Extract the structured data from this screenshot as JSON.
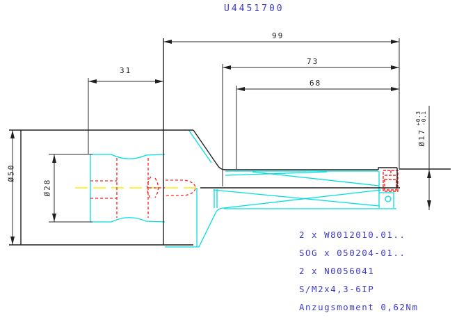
{
  "title": "U4451700",
  "colors": {
    "accent_blue": "#3b3bc8",
    "overlay_cyan": "#00e0e0",
    "hidden_red": "#ff2020",
    "centerline_yellow": "#ffee00",
    "line_black": "#1f1f1f"
  },
  "dimensions": {
    "overall_length": "99",
    "usable_length": "73",
    "flute_length": "68",
    "shank_length": "31",
    "body_diameter": "Ø50",
    "neck_diameter": "Ø28",
    "cutting_diameter": {
      "value": "Ø17",
      "tol_upper": "+0.3",
      "tol_lower": "-0.1"
    }
  },
  "notes": {
    "lines": [
      "2 x W8012010.01..",
      "SOG x 050204-01..",
      "2 x N0056041",
      "S/M2x4,3-6IP",
      "Anzugsmoment 0,62Nm"
    ]
  }
}
